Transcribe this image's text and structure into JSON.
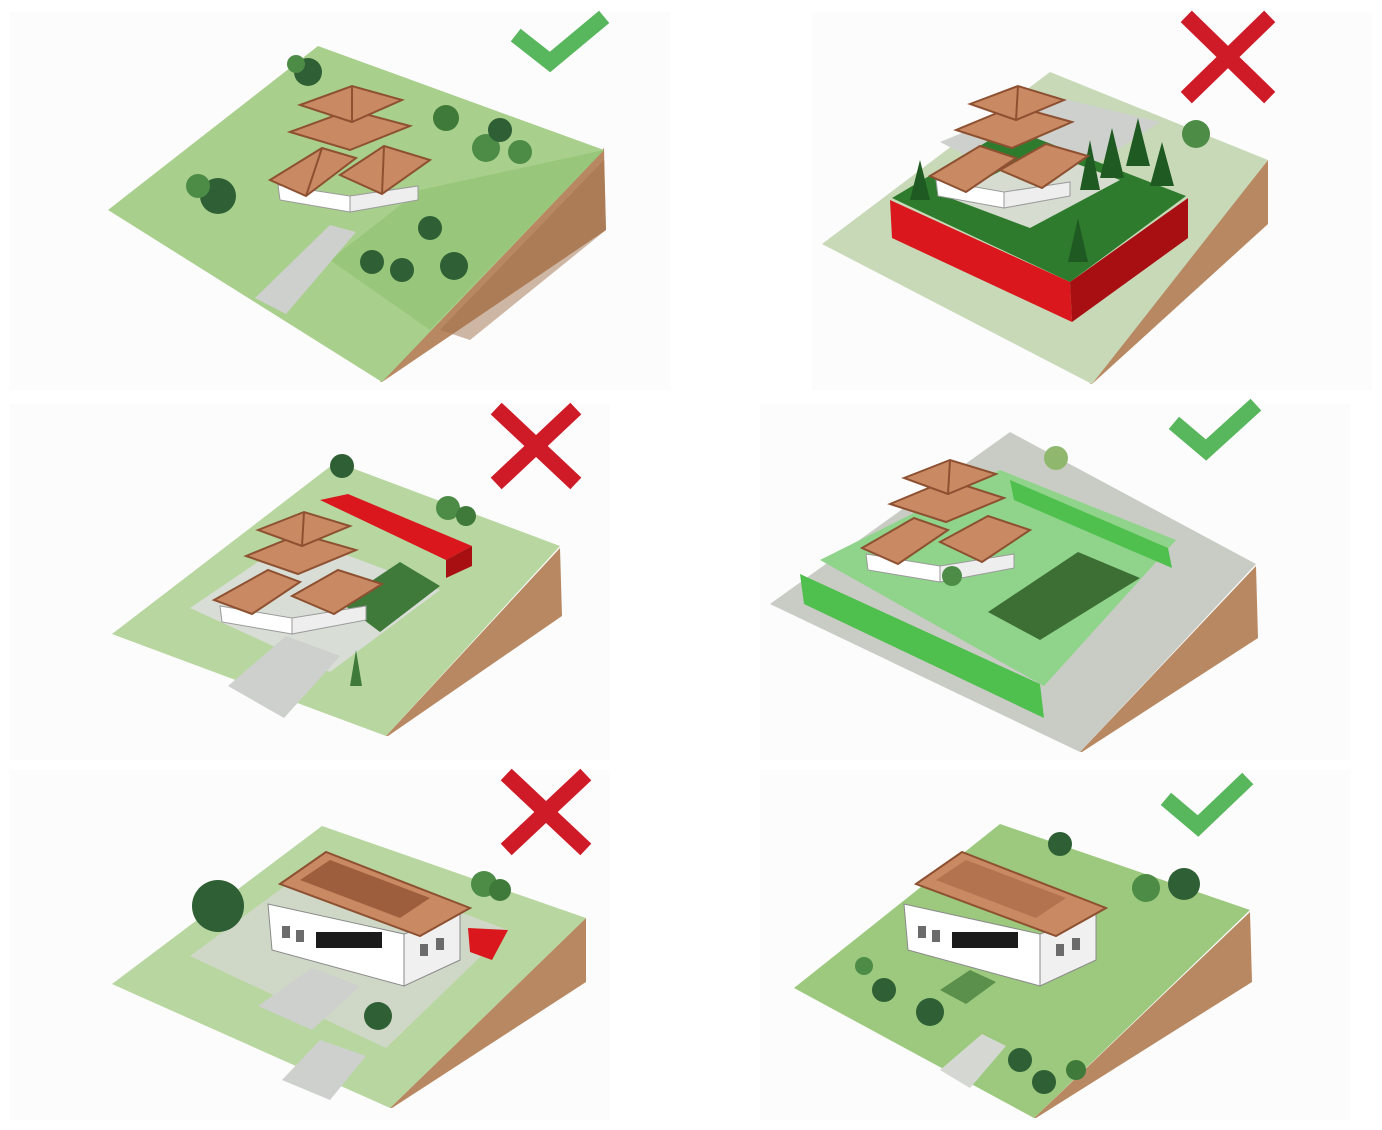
{
  "colors": {
    "background": "#ffffff",
    "panel_background": "#fcfcfc",
    "grass_light": "#a9cf8c",
    "grass_mid": "#8dc170",
    "grass_dark": "#3f7a3a",
    "earth_side": "#b78861",
    "earth_dark": "#a06f4b",
    "paving": "#cdd0cc",
    "paving_dark": "#b9bdb8",
    "roof": "#c98963",
    "roof_ridge": "#8d5132",
    "wall_white": "#ffffff",
    "tree_dark": "#2f5f34",
    "tree_mid": "#4c8c46",
    "wall_red": "#d9171d",
    "wall_red_dark": "#a80f13",
    "hedge_green": "#2f7b2d",
    "terrace_green": "#4fbf4d",
    "lawn_dark": "#3d6f35",
    "check_green": "#58b65c",
    "cross_red": "#cf1b28"
  },
  "panels": [
    {
      "verdict": "check",
      "house": "hip",
      "features": [
        "trees",
        "driveway"
      ]
    },
    {
      "verdict": "cross",
      "house": "hip",
      "features": [
        "red-retaining-wall",
        "hedge",
        "paving"
      ]
    },
    {
      "verdict": "cross",
      "house": "hip",
      "features": [
        "red-wall-strip",
        "excavation",
        "driveway"
      ]
    },
    {
      "verdict": "check",
      "house": "hip",
      "features": [
        "green-terraces",
        "lawn",
        "paving"
      ]
    },
    {
      "verdict": "cross",
      "house": "long-gable",
      "features": [
        "cut-into-slope",
        "red-wall-corner",
        "trees"
      ]
    },
    {
      "verdict": "check",
      "house": "long-gable",
      "features": [
        "trees",
        "driveway",
        "garden"
      ]
    }
  ]
}
